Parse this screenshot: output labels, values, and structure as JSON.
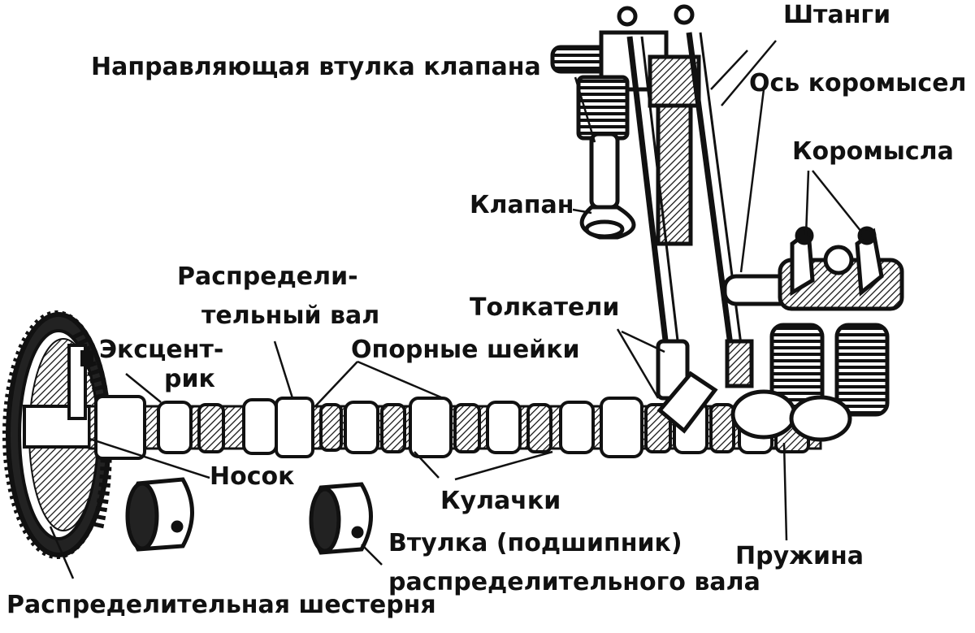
{
  "labels": {
    "shtangi": "Штанги",
    "vtulka_klapana": "Направляющая втулка клапана",
    "os_koromysel": "Ось коромысел",
    "koromysla": "Коромысла",
    "klapan": "Клапан",
    "raspredval_1": "Распредели-",
    "raspredval_2": "тельный вал",
    "tolkateli": "Толкатели",
    "ekscentrik_1": "Эксцент-",
    "ekscentrik_2": "рик",
    "opornye_sheyki": "Опорные шейки",
    "nosok": "Носок",
    "kulachki": "Кулачки",
    "vtulka_podsh_1": "Втулка (подшипник)",
    "vtulka_podsh_2": "распределительного вала",
    "pruzhina": "Пружина",
    "shesternya": "Распределительная шестерня"
  },
  "colors": {
    "ink": "#111111",
    "paper": "#ffffff"
  }
}
